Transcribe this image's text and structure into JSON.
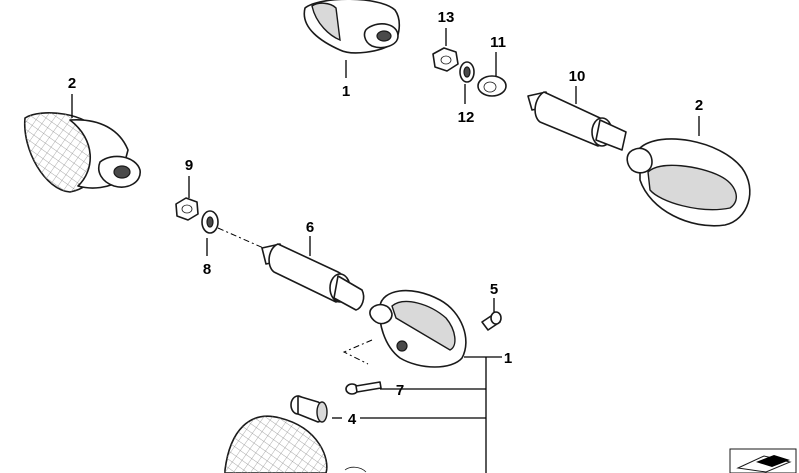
{
  "callouts": {
    "c1_top": "1",
    "c2_left": "2",
    "c13": "13",
    "c12": "12",
    "c11": "11",
    "c10": "10",
    "c2_right": "2",
    "c9": "9",
    "c8": "8",
    "c6": "6",
    "c5": "5",
    "c1_bottom": "1",
    "c7": "7",
    "c4": "4"
  },
  "icons": {
    "corner_symbol": "exploded-view-arrow-icon"
  }
}
